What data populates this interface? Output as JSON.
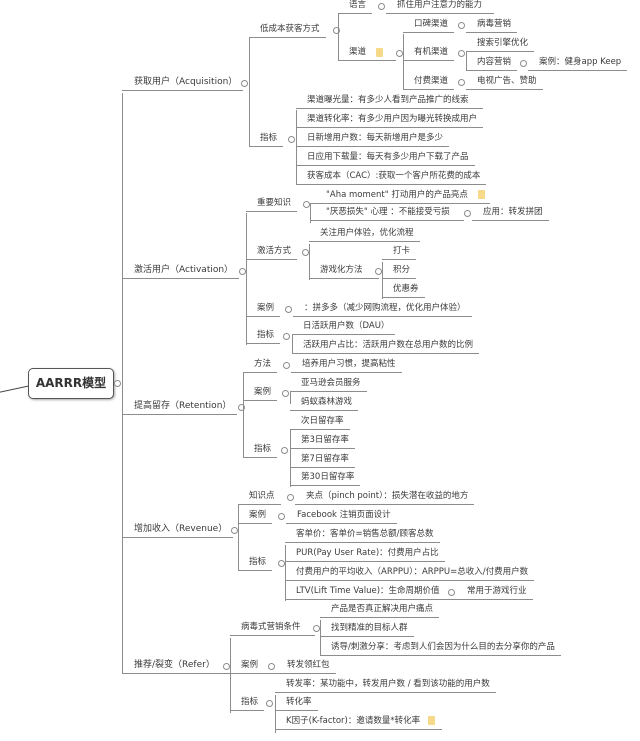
{
  "root": "AARRR模型",
  "acquisition": {
    "label": "获取用户（Acquisition）",
    "low_cost": "低成本获客方式",
    "language": "语言",
    "language_desc": "抓住用户注意力的能力",
    "channel": "渠道",
    "word_of_mouth": "口碑渠道",
    "viral": "病毒营销",
    "organic": "有机渠道",
    "seo": "搜索引擎优化",
    "content": "内容营销",
    "content_case": "案例：健身app Keep",
    "paid": "付费渠道",
    "paid_desc": "电视广告、赞助",
    "metrics": "指标",
    "metric_items": [
      "渠道曝光量：有多少人看到产品推广的线索",
      "渠道转化率：有多少用户因为曝光转换成用户",
      "日新增用户数：每天新增用户是多少",
      "日应用下载量：每天有多少用户下载了产品",
      "获客成本（CAC）:获取一个客户所花费的成本"
    ]
  },
  "activation": {
    "label": "激活用户（Activation）",
    "knowledge": "重要知识",
    "aha": "\"Aha moment\" 打动用户的产品亮点",
    "loss": "\"厌恶损失\" 心理 ：不能接受亏损",
    "loss_app": "应用：转发拼团",
    "methods": "激活方式",
    "ux": "关注用户体验，优化流程",
    "gamify": "游戏化方法",
    "gamify_items": [
      "打卡",
      "积分",
      "优惠券"
    ],
    "case": "案例",
    "case_desc": "：拼多多（减少网购流程，优化用户体验）",
    "metrics": "指标",
    "metric_items": [
      "日活跃用户数（DAU）",
      "活跃用户占比：活跃用户数在总用户数的比例"
    ]
  },
  "retention": {
    "label": "提高留存（Retention）",
    "method": "方法",
    "method_desc": "培养用户习惯，提高粘性",
    "case": "案例",
    "case_items": [
      "亚马逊会员服务",
      "蚂蚁森林游戏"
    ],
    "metrics": "指标",
    "metric_items": [
      "次日留存率",
      "第3日留存率",
      "第7日留存率",
      "第30日留存率"
    ]
  },
  "revenue": {
    "label": "增加收入（Revenue）",
    "knowledge": "知识点",
    "knowledge_desc": "夹点（pinch point）：损失潜在收益的地方",
    "case": "案例",
    "case_desc": "Facebook 注销页面设计",
    "metrics": "指标",
    "metric_items": [
      "客单价：客单价=销售总额/顾客总数",
      "PUR(Pay User Rate)：付费用户占比",
      "付费用户的平均收入（ARPPU）：ARPPU=总收入/付费用户数",
      "LTV(Lift Time Value)：生命周期价值"
    ],
    "ltv_note": "常用于游戏行业"
  },
  "refer": {
    "label": "推荐/裂变（Refer）",
    "viral_cond": "病毒式营销条件",
    "viral_items": [
      "产品是否真正解决用户痛点",
      "找到精准的目标人群",
      "诱导/刺激分享：考虑到人们会因为什么目的去分享你的产品"
    ],
    "case": "案例",
    "case_desc": "转发领红包",
    "metrics": "指标",
    "metric_items": [
      "转发率：某功能中，转发用户数 / 看到该功能的用户数",
      "转化率",
      "K因子(K-factor)：邀请数量*转化率"
    ]
  }
}
